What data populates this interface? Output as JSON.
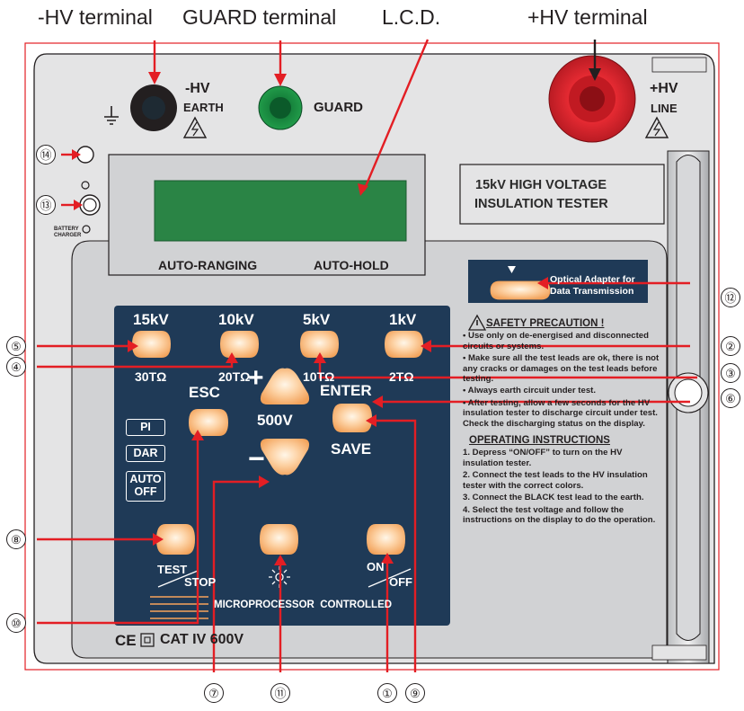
{
  "labels": {
    "neg_hv_terminal": "-HV terminal",
    "guard_terminal": "GUARD terminal",
    "lcd": "L.C.D.",
    "pos_hv_terminal": "+HV terminal"
  },
  "terminals": {
    "neg_hv": "-HV",
    "earth": "EARTH",
    "guard": "GUARD",
    "pos_hv": "+HV",
    "line": "LINE"
  },
  "title_plate": {
    "line1": "15kV HIGH VOLTAGE",
    "line2": "INSULATION TESTER"
  },
  "lcd_labels": {
    "auto_ranging": "AUTO-RANGING",
    "auto_hold": "AUTO-HOLD"
  },
  "battery_charger": {
    "line1": "BATTERY",
    "line2": "CHARGER"
  },
  "optical_adapter": {
    "line1": "Optical Adapter for",
    "line2": "Data Transmission"
  },
  "voltage_buttons": [
    {
      "kv": "15kV",
      "ohm": "30TΩ"
    },
    {
      "kv": "10kV",
      "ohm": "20TΩ"
    },
    {
      "kv": "5kV",
      "ohm": "10TΩ"
    },
    {
      "kv": "1kV",
      "ohm": "2TΩ"
    }
  ],
  "controls": {
    "esc": "ESC",
    "enter": "ENTER",
    "save": "SAVE",
    "v500": "500V",
    "plus": "+",
    "minus": "−",
    "test": "TEST",
    "stop": "STOP",
    "on": "ON",
    "off": "OFF",
    "micro": "MICROPROCESSOR  CONTROLLED"
  },
  "mode_boxes": {
    "pi": "PI",
    "dar": "DAR",
    "auto1": "AUTO",
    "auto2": "OFF"
  },
  "cat_rating": "CAT IV 600V",
  "ce_mark": "CE",
  "safety": {
    "title": "SAFETY PRECAUTION !",
    "items": [
      "Use only on de-energised and disconnected circuits or systems.",
      "Make sure all the test leads are ok, there is not any cracks or damages on the test leads before testing.",
      "Always earth circuit under test.",
      "After testing, allow a few seconds for the HV insulation tester to discharge circuit under test. Check the discharging status on the display."
    ]
  },
  "instructions": {
    "title": "OPERATING INSTRUCTIONS",
    "items": [
      "1. Depress “ON/OFF” to turn on the HV insulation tester.",
      "2. Connect the test leads to the HV insulation tester with the correct colors.",
      "3. Connect the BLACK test lead to the earth.",
      "4. Select the test voltage and follow the instructions on the display to do the operation."
    ]
  },
  "callouts": {
    "c1": "①",
    "c2": "②",
    "c3": "③",
    "c4": "④",
    "c5": "⑤",
    "c6": "⑥",
    "c7": "⑦",
    "c8": "⑧",
    "c9": "⑨",
    "c10": "⑩",
    "c11": "⑪",
    "c12": "⑫",
    "c13": "⑬",
    "c14": "⑭"
  },
  "colors": {
    "panel_navy": "#1f3a57",
    "case_gray": "#d2d3d5",
    "upper_gray": "#e4e4e5",
    "lcd_green": "#2a8445",
    "button_orange": "#f7b77a",
    "arrow_red": "#e31e24"
  }
}
